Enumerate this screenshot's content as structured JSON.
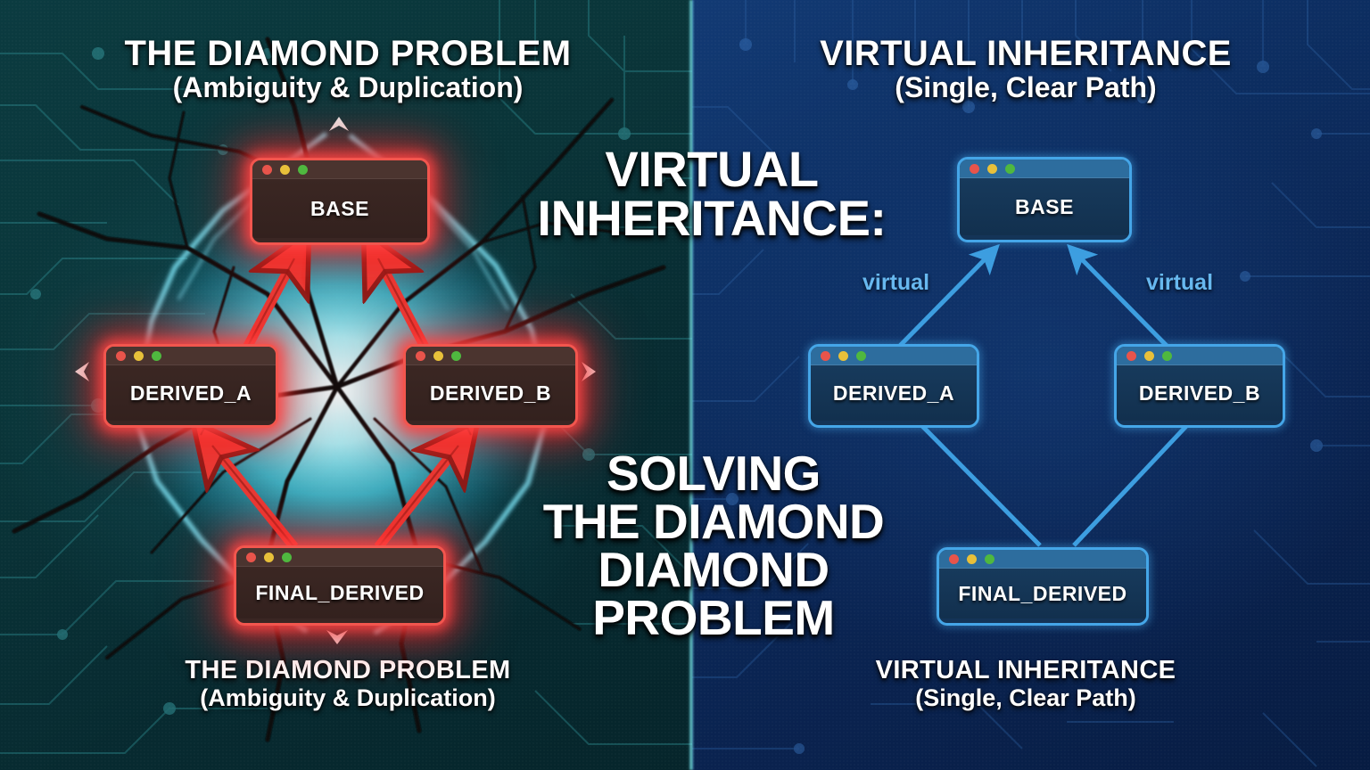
{
  "left_panel": {
    "header": {
      "title": "THE DIAMOND PROBLEM",
      "subtitle": "(Ambiguity & Duplication)"
    },
    "caption": {
      "title": "THE DIAMOND PROBLEM",
      "subtitle": "(Ambiguity & Duplication)"
    },
    "nodes": [
      {
        "label": "BASE"
      },
      {
        "label": "DERIVED_A"
      },
      {
        "label": "DERIVED_B"
      },
      {
        "label": "FINAL_DERIVED"
      }
    ],
    "theme": {
      "accent": "#f2564e",
      "glow": "#ff4646",
      "node_bg": "#3a2623",
      "bar_bg": "#4b342f",
      "crack": "#000000",
      "spark": "#67e4f5"
    },
    "background": "#0a3539"
  },
  "right_panel": {
    "header": {
      "title": "VIRTUAL INHERITANCE",
      "subtitle": "(Single, Clear Path)"
    },
    "caption": {
      "title": "VIRTUAL INHERITANCE",
      "subtitle": "(Single, Clear Path)"
    },
    "nodes": [
      {
        "label": "BASE"
      },
      {
        "label": "DERIVED_A"
      },
      {
        "label": "DERIVED_B"
      },
      {
        "label": "FINAL_DERIVED"
      }
    ],
    "edge_labels": {
      "left": "virtual",
      "right": "virtual"
    },
    "theme": {
      "accent": "#45a6e8",
      "arrow": "#3d9ee0",
      "node_bg": "#143457",
      "bar_bg": "#2d6d9e"
    },
    "background": "#0d2f63"
  },
  "overlay": {
    "top_lines": [
      "VIRTUAL",
      "INHERITANCE:"
    ],
    "bottom_lines": [
      "SOLVING",
      "THE DIAMOND",
      "DIAMOND",
      "PROBLEM"
    ]
  },
  "window_dots": {
    "red": "#e8544b",
    "yellow": "#e8c03a",
    "green": "#4fb83f"
  }
}
